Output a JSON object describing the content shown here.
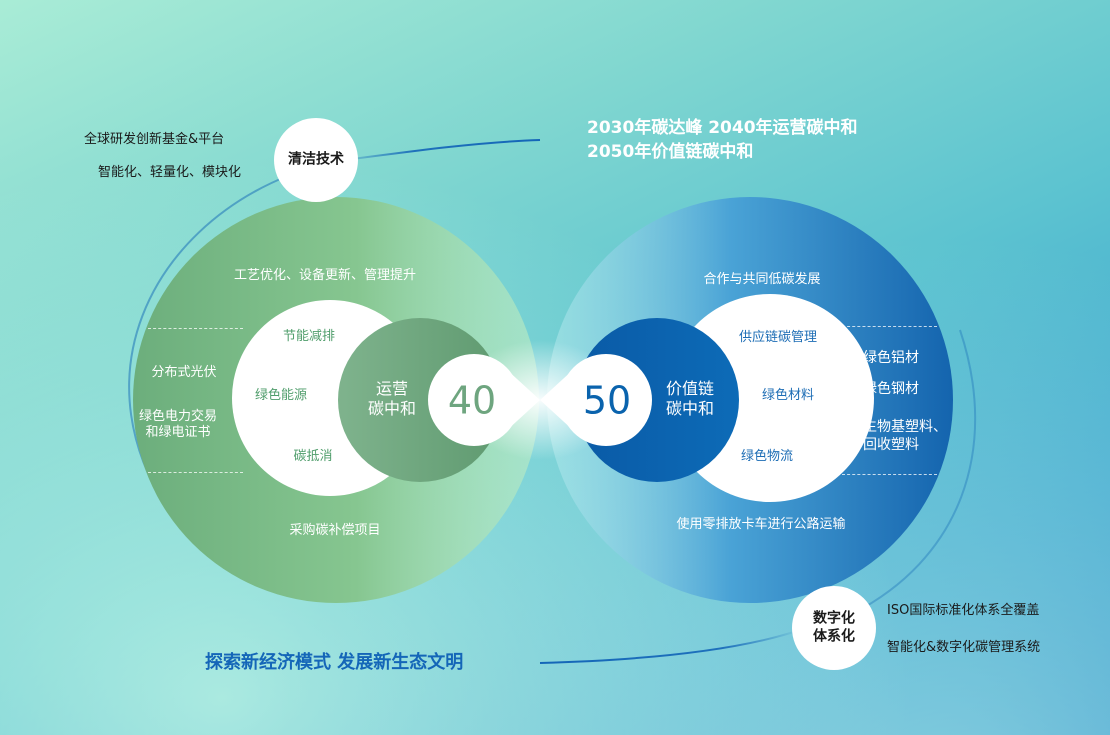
{
  "header": {
    "line1": "2030年碳达峰 2040年运营碳中和",
    "line2": "2050年价值链碳中和"
  },
  "top_left": {
    "badge": "清洁技术",
    "items": [
      "全球研发创新基金&平台",
      "智能化、轻量化、模块化"
    ]
  },
  "left_circle": {
    "top_text": "工艺优化、设备更新、管理提升",
    "bottom_text": "采购碳补偿项目",
    "side_items": [
      "分布式光伏",
      "绿色电力交易\n和绿电证书"
    ],
    "inner_items": [
      "节能减排",
      "绿色能源",
      "碳抵消"
    ],
    "core_label": "运营\n碳中和",
    "core_number": "40"
  },
  "right_circle": {
    "top_text": "合作与共同低碳发展",
    "bottom_text": "使用零排放卡车进行公路运输",
    "side_items": [
      "绿色铝材",
      "绿色钢材",
      "生物基塑料、\n回收塑料"
    ],
    "inner_items": [
      "供应链碳管理",
      "绿色材料",
      "绿色物流"
    ],
    "core_label": "价值链\n碳中和",
    "core_number": "50"
  },
  "bottom_right": {
    "badge": "数字化\n体系化",
    "items": [
      "ISO国际标准化体系全覆盖",
      "智能化&数字化碳管理系统"
    ]
  },
  "slogan": "探索新经济模式 发展新生态文明",
  "colors": {
    "green_dark": "#6ea57f",
    "green_light": "#a8dcae",
    "blue_dark": "#0a63ad",
    "blue_light": "#8fd0e6",
    "badge_bg": "#ffffff"
  }
}
